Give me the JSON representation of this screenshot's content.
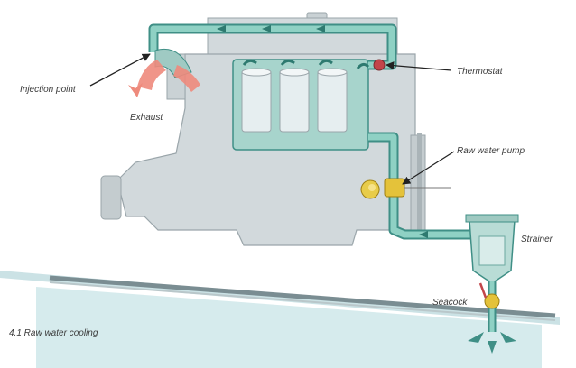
{
  "labels": {
    "injection_point": "Injection point",
    "exhaust": "Exhaust",
    "thermostat": "Thermostat",
    "raw_water_pump": "Raw water pump",
    "strainer": "Strainer",
    "seacock": "Seacock"
  },
  "caption": "4.1 Raw water cooling",
  "colors": {
    "engine_block": "#d2d9dc",
    "engine_outline": "#9aa5aa",
    "coolant": "#7fc3b8",
    "coolant_dark": "#3f8f86",
    "exhaust": "#ee8a7c",
    "pump": "#e4c23a",
    "thermostat": "#c2454a",
    "sea": "#bfe2e4",
    "hull": "#7a8d92"
  }
}
